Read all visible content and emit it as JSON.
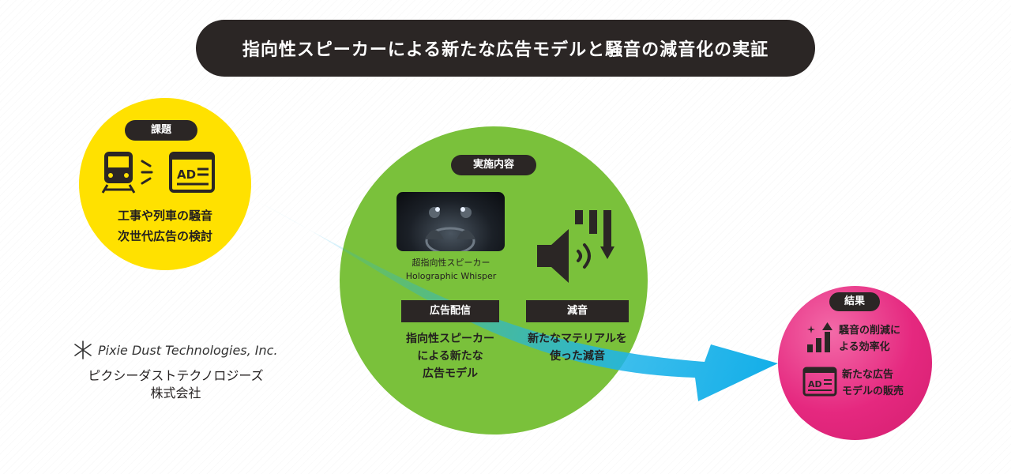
{
  "title": "指向性スピーカーによる新たな広告モデルと騒音の減音化の実証",
  "problem": {
    "label": "課題",
    "icons": [
      "train-icon",
      "noise-lines-icon",
      "ad-board-icon"
    ],
    "lines": [
      "工事や列車の騒音",
      "次世代広告の検討"
    ],
    "color": "#ffe100"
  },
  "implementation": {
    "label": "実施内容",
    "photo_caption_1": "超指向性スピーカー",
    "photo_caption_2": "Holographic Whisper",
    "speaker_icon": "speaker-down-icon",
    "ad_label": "広告配信",
    "ad_text": [
      "指向性スピーカー",
      "による新たな",
      "広告モデル"
    ],
    "noise_label": "減音",
    "noise_text": [
      "新たなマテリアルを",
      "使った減音"
    ],
    "color": "#7ac13b"
  },
  "result": {
    "label": "結果",
    "items": [
      {
        "icon": "growth-chart-icon",
        "lines": [
          "騒音の削減に",
          "よる効率化"
        ]
      },
      {
        "icon": "ad-board-icon",
        "lines": [
          "新たな広告",
          "モデルの販売"
        ]
      }
    ],
    "color": "#e5287f"
  },
  "company": {
    "logo_icon": "asterisk-logo-icon",
    "name_en": "Pixie Dust Technologies, Inc.",
    "name_ja_1": "ピクシーダストテクノロジーズ",
    "name_ja_2": "株式会社"
  },
  "arrow_color": "#1eb4ea"
}
